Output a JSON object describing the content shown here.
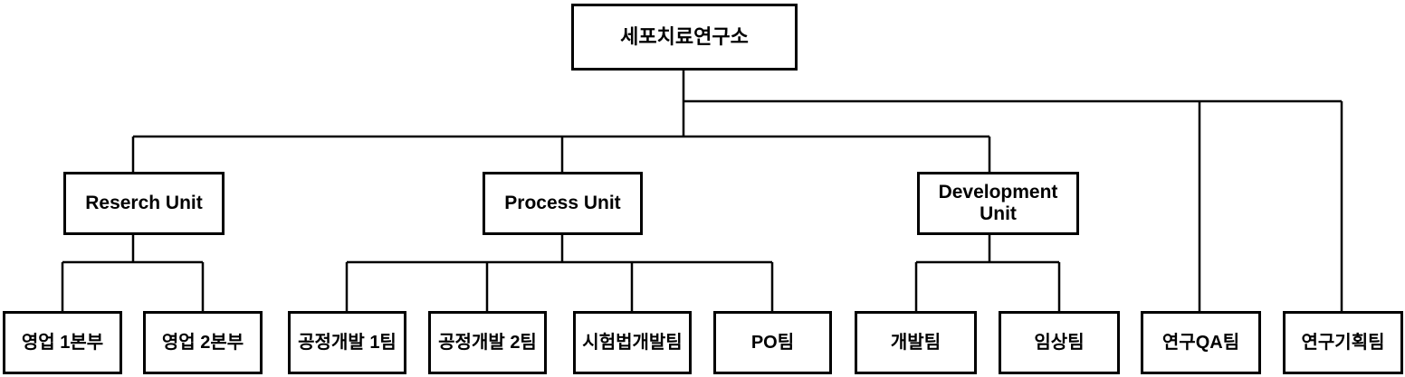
{
  "org_chart": {
    "root": {
      "label": "세포치료연구소"
    },
    "units": [
      {
        "label": "Reserch Unit",
        "teams": [
          {
            "label": "영업 1본부"
          },
          {
            "label": "영업 2본부"
          }
        ]
      },
      {
        "label": "Process Unit",
        "teams": [
          {
            "label": "공정개발 1팀"
          },
          {
            "label": "공정개발 2팀"
          },
          {
            "label": "시험법개발팀"
          },
          {
            "label": "PO팀"
          }
        ]
      },
      {
        "label": "Development Unit",
        "teams": [
          {
            "label": "개발팀"
          },
          {
            "label": "임상팀"
          }
        ]
      }
    ],
    "direct_teams": [
      {
        "label": "연구QA팀"
      },
      {
        "label": "연구기획팀"
      }
    ],
    "colors": {
      "background": "#ffffff",
      "box_fill": "#ffffff",
      "box_border": "#000000",
      "text": "#000000",
      "connector_line": "#000000"
    }
  }
}
